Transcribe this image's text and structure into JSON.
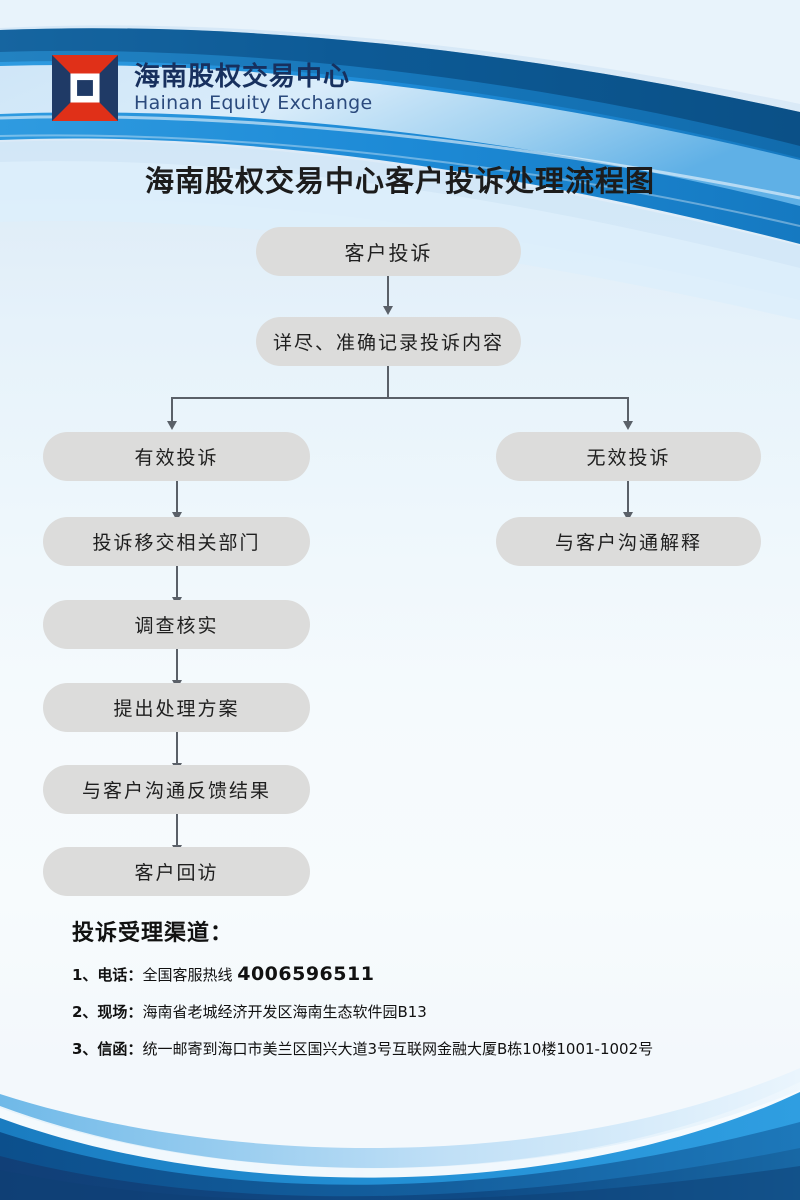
{
  "brand": {
    "logo_icon": "hainan-equity-exchange-logo-icon",
    "name_cn": "海南股权交易中心",
    "name_en": "Hainan Equity Exchange",
    "colors": {
      "logo_red": "#e03018",
      "logo_navy": "#1f3a66",
      "header_blue": "#1a8ad4",
      "header_deep_blue": "#0c5a96",
      "page_blue": "#dceaf7",
      "node_gray": "#dcdcdb",
      "connector_gray": "#5a6068"
    }
  },
  "title": "海南股权交易中心客户投诉处理流程图",
  "chart_data": {
    "type": "flowchart",
    "title": "海南股权交易中心客户投诉处理流程图",
    "nodes": [
      {
        "id": "n1",
        "label": "客户投诉",
        "column": "center"
      },
      {
        "id": "n2",
        "label": "详尽、准确记录投诉内容",
        "column": "center"
      },
      {
        "id": "n3",
        "label": "有效投诉",
        "column": "left"
      },
      {
        "id": "n4",
        "label": "无效投诉",
        "column": "right"
      },
      {
        "id": "n5",
        "label": "投诉移交相关部门",
        "column": "left"
      },
      {
        "id": "n6",
        "label": "与客户沟通解释",
        "column": "right"
      },
      {
        "id": "n7",
        "label": "调查核实",
        "column": "left"
      },
      {
        "id": "n8",
        "label": "提出处理方案",
        "column": "left"
      },
      {
        "id": "n9",
        "label": "与客户沟通反馈结果",
        "column": "left"
      },
      {
        "id": "n10",
        "label": "客户回访",
        "column": "left"
      }
    ],
    "edges": [
      {
        "from": "n1",
        "to": "n2"
      },
      {
        "from": "n2",
        "to": "n3"
      },
      {
        "from": "n2",
        "to": "n4"
      },
      {
        "from": "n3",
        "to": "n5"
      },
      {
        "from": "n4",
        "to": "n6"
      },
      {
        "from": "n5",
        "to": "n7"
      },
      {
        "from": "n7",
        "to": "n8"
      },
      {
        "from": "n8",
        "to": "n9"
      },
      {
        "from": "n9",
        "to": "n10"
      }
    ]
  },
  "contact": {
    "heading": "投诉受理渠道：",
    "lines": [
      {
        "label": "1、电话：",
        "value": "全国客服热线 ",
        "highlight": "4006596511"
      },
      {
        "label": "2、现场：",
        "value": "海南省老城经济开发区海南生态软件园B13",
        "highlight": ""
      },
      {
        "label": "3、信函：",
        "value": "统一邮寄到海口市美兰区国兴大道3号互联网金融大厦B栋10楼1001-1002号",
        "highlight": ""
      }
    ]
  }
}
